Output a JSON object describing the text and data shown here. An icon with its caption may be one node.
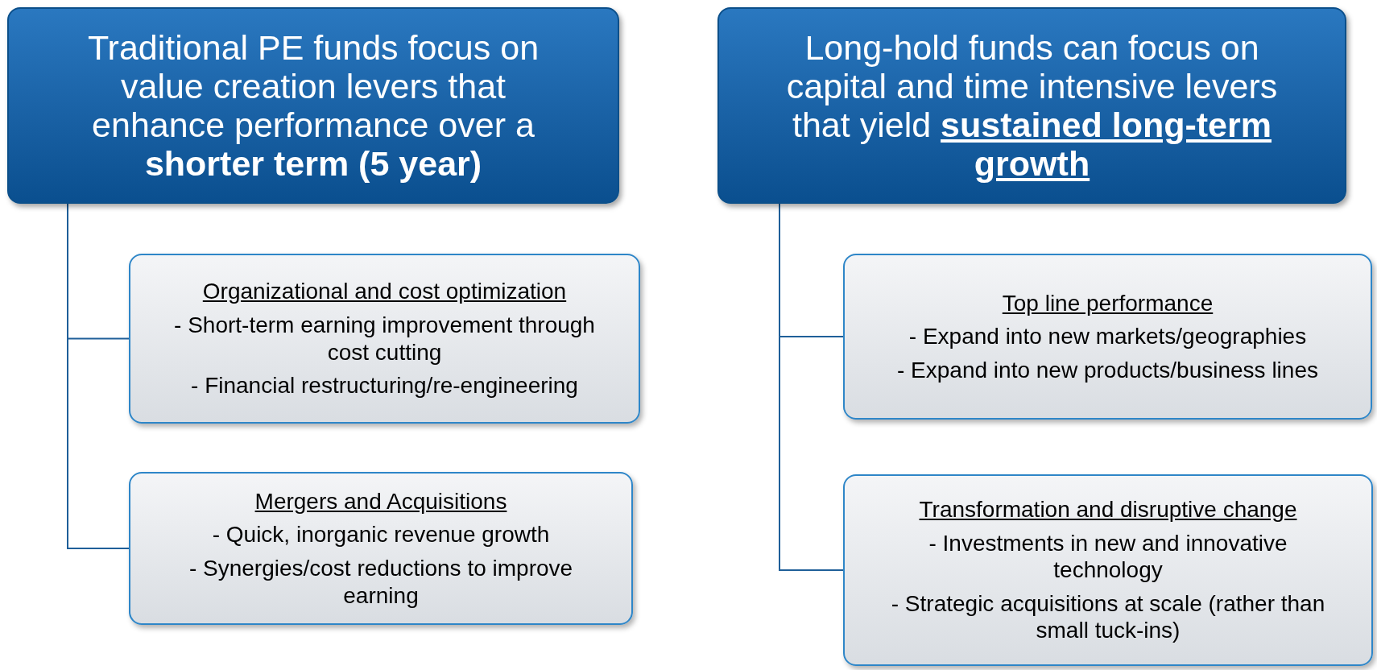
{
  "diagram": {
    "nodes": [
      {
        "text": [
          "Traditional PE funds focus on value creation levers that enhance performance over a **shorter term (5 year)**"
        ]
      },
      {
        "text": [
          "Long-hold funds can focus on capital and time intensive levers that yield **sustained long-term growth**"
        ]
      },
      {
        "text": [
          "Organizational and cost optimization",
          "- Short-term earning improvement through cost cutting",
          "- Financial restructuring/re-engineering"
        ]
      },
      {
        "text": [
          "Mergers and Acquisitions",
          "- Quick, inorganic revenue growth",
          "- Synergies/cost reductions to improve earning"
        ]
      },
      {
        "text": [
          "Top line performance",
          "- Expand into new markets/geographies",
          "- Expand into new products/business lines"
        ]
      },
      {
        "text": [
          "Transformation and disruptive change",
          "- Investments in new and innovative technology",
          "- Strategic acquisitions at scale (rather than small tuck-ins)"
        ]
      }
    ],
    "edges": [
      {
        "from": 0,
        "to": 2,
        "arrow": "none"
      },
      {
        "from": 0,
        "to": 3,
        "arrow": "none"
      },
      {
        "from": 1,
        "to": 4,
        "arrow": "none"
      },
      {
        "from": 1,
        "to": 5,
        "arrow": "none"
      }
    ]
  }
}
